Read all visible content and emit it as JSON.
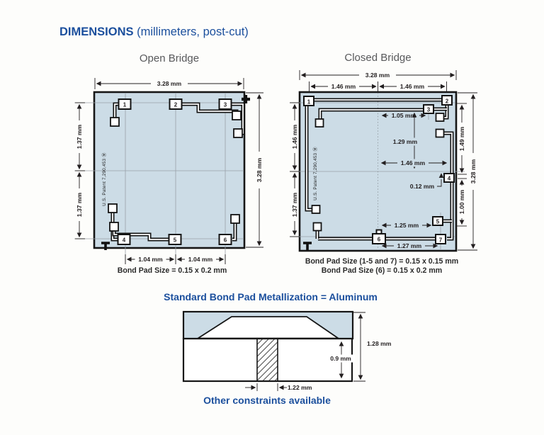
{
  "title": {
    "main": "DIMENSIONS",
    "subtitle": " (millimeters, post-cut)"
  },
  "colors": {
    "accent_blue": "#1b4f9d",
    "die_fill": "#ccdce6",
    "heading_gray": "#58595b"
  },
  "open_bridge": {
    "heading": "Open Bridge",
    "patent": "U.S. Patent 7,290,453 Ⓜ",
    "pads": [
      "1",
      "2",
      "3",
      "4",
      "5",
      "6"
    ],
    "dims": {
      "top_width": "3.28 mm",
      "right_height": "3.28 mm",
      "left_upper": "1.37 mm",
      "left_lower": "1.37 mm",
      "bottom_left": "1.04 mm",
      "bottom_right": "1.04 mm"
    },
    "caption": "Bond Pad Size = 0.15 x 0.2 mm"
  },
  "closed_bridge": {
    "heading": "Closed Bridge",
    "patent": "U.S. Patent 7,290,453 Ⓜ",
    "pads": [
      "1",
      "2",
      "3",
      "4",
      "5",
      "6",
      "7"
    ],
    "dims": {
      "top_width": "3.28 mm",
      "top_half_left": "1.46 mm",
      "top_half_right": "1.46 mm",
      "left_upper": "1.46 mm",
      "left_lower": "1.37 mm",
      "right_upper": "1.49 mm",
      "right_lower": "1.00 mm",
      "right_total": "3.28 mm",
      "bridge_offset": "1.05 mm",
      "bridge_height": "1.29 mm",
      "mid_right": "1.46 mm",
      "pad4_offset": "0.12 mm",
      "pad5_offset": "1.25 mm",
      "pad7_offset": "1.27 mm"
    },
    "caption_1": "Bond Pad Size (1-5 and 7) = 0.15 x 0.15 mm",
    "caption_2": "Bond Pad Size (6) = 0.15 x 0.2 mm"
  },
  "metallization": {
    "heading": "Standard Bond Pad Metallization = Aluminum",
    "dim_total": "1.28  mm",
    "dim_inner": "0.9 mm",
    "dim_width": "1.22 mm",
    "footer": "Other constraints available"
  }
}
